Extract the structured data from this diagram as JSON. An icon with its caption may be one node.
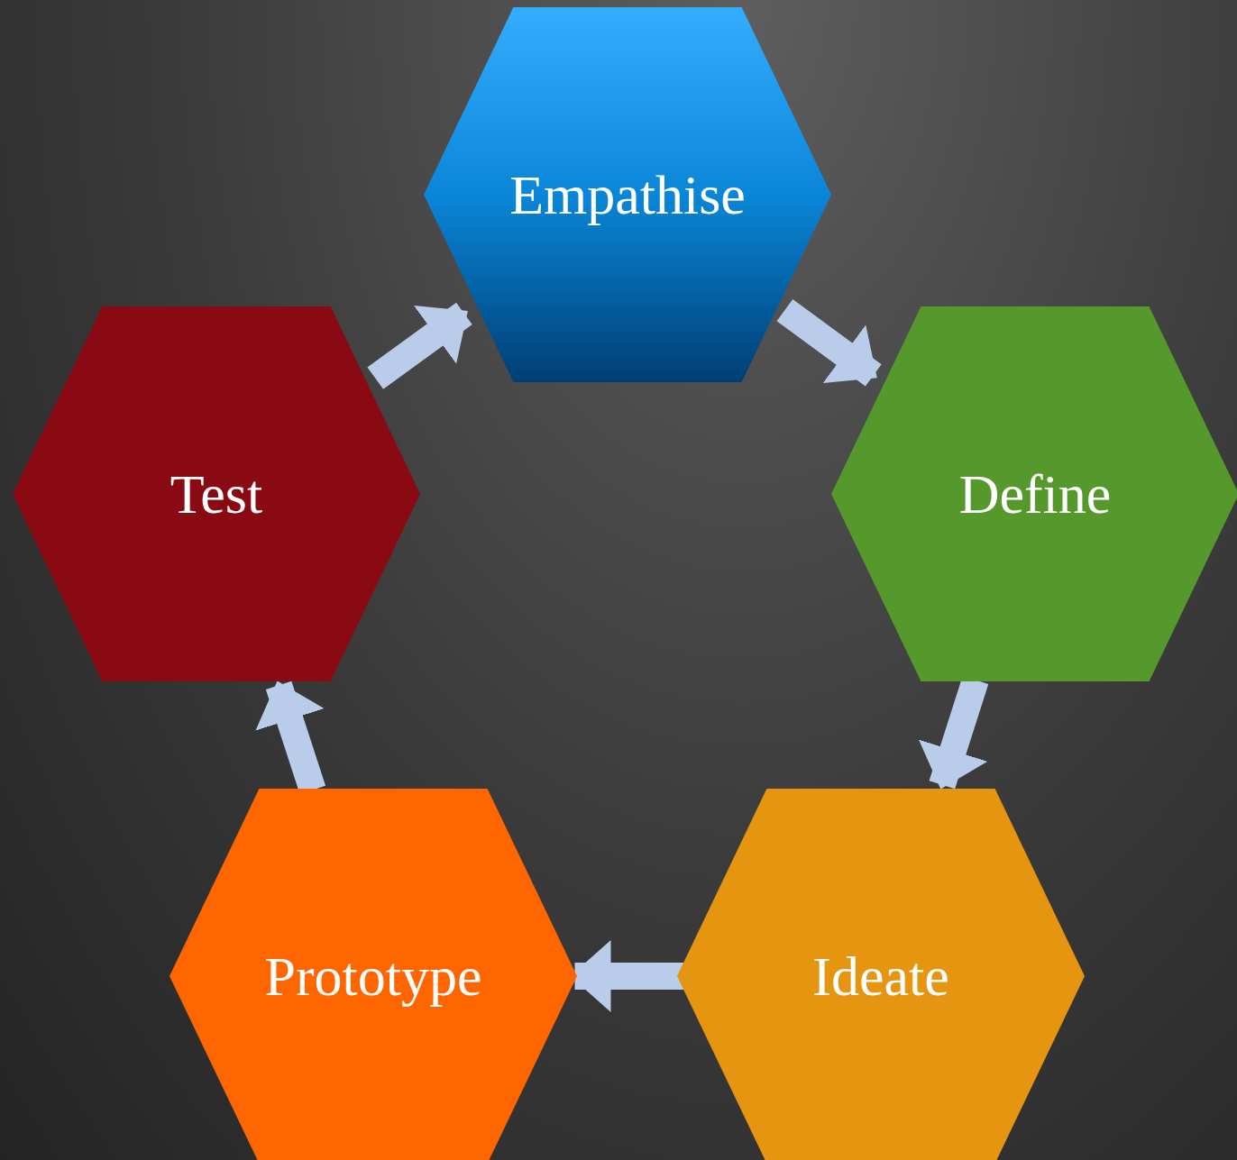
{
  "diagram": {
    "nodes": [
      {
        "text": [
          "Empathise"
        ]
      },
      {
        "text": [
          "Define"
        ]
      },
      {
        "text": [
          "Ideate"
        ]
      },
      {
        "text": [
          "Prototype"
        ]
      },
      {
        "text": [
          "Test"
        ]
      }
    ],
    "edges": [
      {
        "from": 0,
        "to": 1,
        "arrow": "to"
      },
      {
        "from": 1,
        "to": 2,
        "arrow": "to"
      },
      {
        "from": 2,
        "to": 3,
        "arrow": "to"
      },
      {
        "from": 3,
        "to": 4,
        "arrow": "to"
      },
      {
        "from": 4,
        "to": 0,
        "arrow": "to"
      }
    ]
  }
}
